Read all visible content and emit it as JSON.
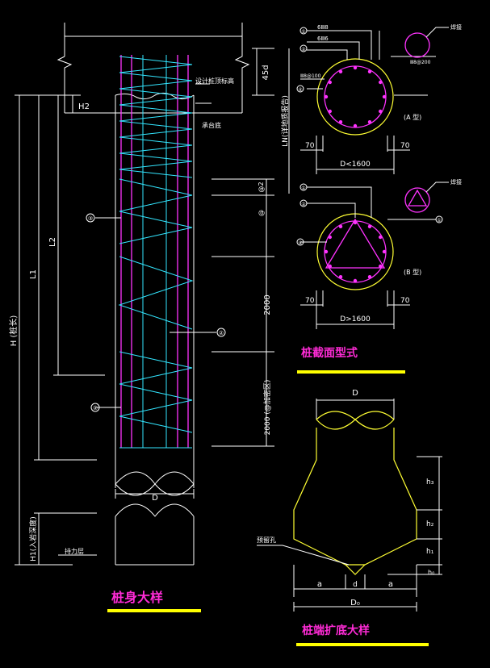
{
  "titles": {
    "pile_body": "桩身大样",
    "section_types": "桩截面型式",
    "pile_end": "桩端扩底大样"
  },
  "body_labels": {
    "d45": "45d",
    "h2": "H2",
    "design_top": "设计桩顶标高",
    "cap_bottom": "承台底",
    "ln": "LN(详地质报告)",
    "l2": "L2",
    "l1": "L1",
    "h_total": "H (桩长)",
    "spacing1": "@2",
    "spacing2": "@",
    "d2000": "2000",
    "d2000b": "2000 (@加密区)",
    "h1": "H1(入岩深度)",
    "bearing": "持力层",
    "diameter": "D"
  },
  "section_labels": {
    "stiffener": "焊接",
    "type_a": "(A 型)",
    "type_b": "(B 型)",
    "d70": "70",
    "d_small": "D<1600",
    "d_large": "D>1600",
    "rebar_a1": "6Ⅲ8",
    "rebar_a2": "6Ⅲ6",
    "rebar_a3": "Ⅲ8@100",
    "rebar_a4": "Ⅲ8@200"
  },
  "end_labels": {
    "D": "D",
    "d": "d",
    "a": "a",
    "D0": "D₀",
    "h3": "h₃",
    "h2": "h₂",
    "h1": "h₁",
    "h0": "h₀",
    "hole": "预留孔"
  },
  "callouts": [
    "①",
    "②",
    "③",
    "④"
  ],
  "colors": {
    "background": "#000000",
    "outline": "#ffff33",
    "stirrup": "#33e6ff",
    "rebar": "#ff33ff",
    "title": "#ff2bd6",
    "underline": "#ffff00"
  }
}
